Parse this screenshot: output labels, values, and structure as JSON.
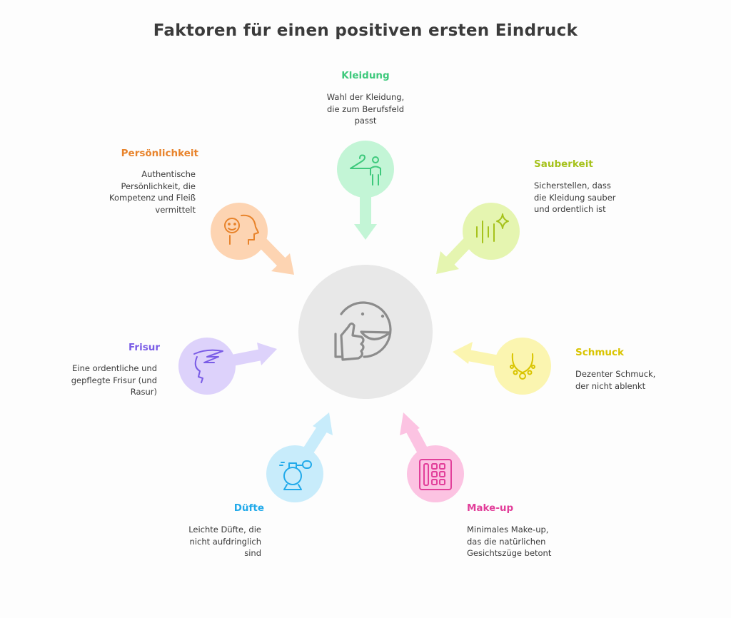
{
  "title": "Faktoren für einen positiven ersten Eindruck",
  "center": {
    "icon": "thumbs-up-smiley-icon"
  },
  "factors": [
    {
      "label": "Kleidung",
      "description": [
        "Wahl der Kleidung,",
        "die zum Berufsfeld",
        "passt"
      ],
      "color": "#3ec97c",
      "fill": "#c3f5d6",
      "icon": "hanger-person-icon"
    },
    {
      "label": "Sauberkeit",
      "description": [
        "Sicherstellen, dass",
        "die Kleidung sauber",
        "und ordentlich ist"
      ],
      "color": "#a6c21c",
      "fill": "#e5f5b0",
      "icon": "sparkle-clean-icon"
    },
    {
      "label": "Schmuck",
      "description": [
        "Dezenter Schmuck,",
        "der nicht ablenkt"
      ],
      "color": "#d9c400",
      "fill": "#fbf5b0",
      "icon": "necklace-icon"
    },
    {
      "label": "Make-up",
      "description": [
        "Minimales Make-up,",
        "das die natürlichen",
        "Gesichtszüge betont"
      ],
      "color": "#e23f9a",
      "fill": "#fcc3e2",
      "icon": "makeup-palette-icon"
    },
    {
      "label": "Düfte",
      "description": [
        "Leichte Düfte, die",
        "nicht aufdringlich",
        "sind"
      ],
      "color": "#22aaea",
      "fill": "#c8ecfb",
      "icon": "perfume-bottle-icon"
    },
    {
      "label": "Frisur",
      "description": [
        "Eine ordentliche und",
        "gepflegte Frisur (und",
        "Rasur)"
      ],
      "color": "#7a5ce6",
      "fill": "#ddd2fb",
      "icon": "hairstyle-icon"
    },
    {
      "label": "Persönlichkeit",
      "description": [
        "Authentische",
        "Persönlichkeit, die",
        "Kompetenz und Fleiß",
        "vermittelt"
      ],
      "color": "#e8832b",
      "fill": "#fdd4b2",
      "icon": "head-smiley-icon"
    }
  ]
}
